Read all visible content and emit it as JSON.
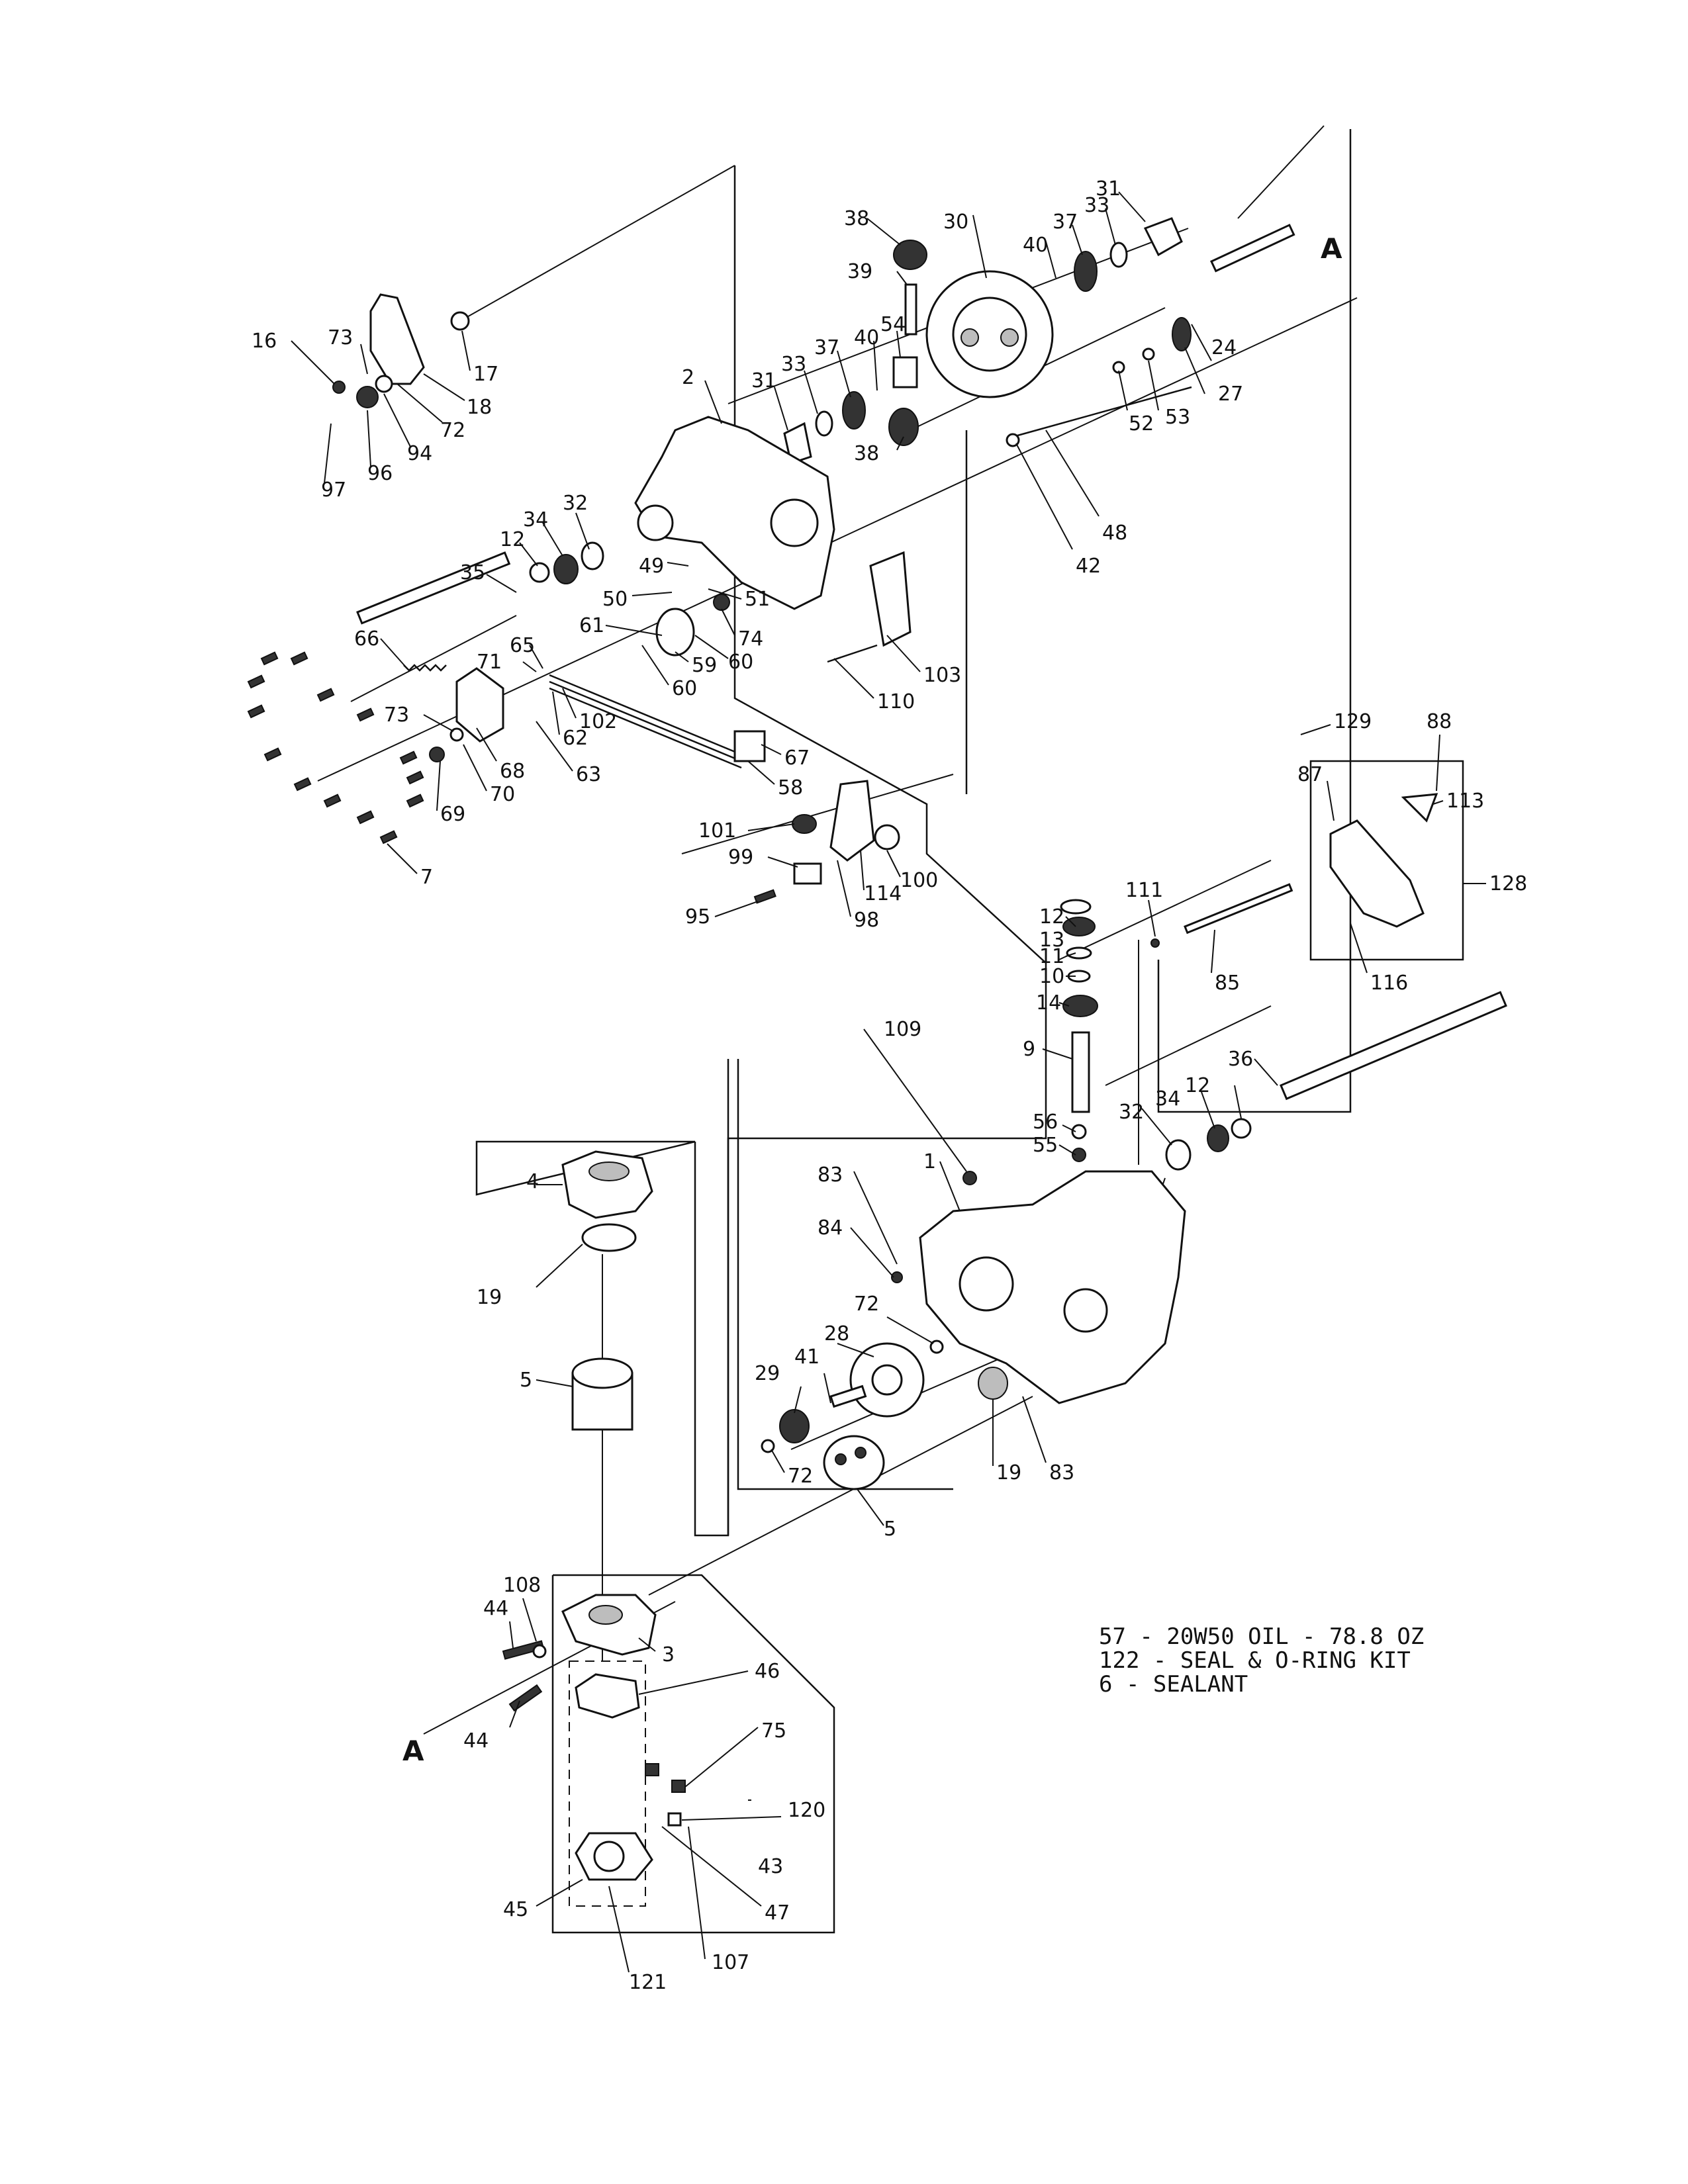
{
  "callouts": {
    "n16": "16",
    "n73": "73",
    "n17": "17",
    "n18": "18",
    "n72": "72",
    "n94": "94",
    "n96": "96",
    "n97": "97",
    "n2": "2",
    "n38a": "38",
    "n30": "30",
    "n37a": "37",
    "n33a": "33",
    "n31a": "31",
    "n40a": "40",
    "n39": "39",
    "n54": "54",
    "n40b": "40",
    "n37b": "37",
    "n33b": "33",
    "n31b": "31",
    "n38b": "38",
    "n24": "24",
    "n27": "27",
    "n52": "52",
    "n53": "53",
    "n48": "48",
    "n42": "42",
    "n32a": "32",
    "n34a": "34",
    "n12a": "12",
    "n35": "35",
    "n49": "49",
    "n50": "50",
    "n51": "51",
    "n74": "74",
    "n61": "61",
    "n59": "59",
    "n60a": "60",
    "n60b": "60",
    "n103": "103",
    "n110": "110",
    "n66": "66",
    "n65": "65",
    "n71": "71",
    "n102": "102",
    "n62": "62",
    "n73b": "73",
    "n68": "68",
    "n63": "63",
    "n70": "70",
    "n69": "69",
    "n7": "7",
    "n67": "67",
    "n58": "58",
    "n101": "101",
    "n99": "99",
    "n95": "95",
    "n98": "98",
    "n114": "114",
    "n100": "100",
    "n129": "129",
    "n88": "88",
    "n87": "87",
    "n113": "113",
    "n128": "128",
    "n12b": "12",
    "n13": "13",
    "n111": "111",
    "n11": "11",
    "n10": "10",
    "n14": "14",
    "n85": "85",
    "n116": "116",
    "n109": "109",
    "n9": "9",
    "n36": "36",
    "n12c": "12",
    "n34b": "34",
    "n32b": "32",
    "n56": "56",
    "n55": "55",
    "n4": "4",
    "n1": "1",
    "n83a": "83",
    "n84": "84",
    "n19a": "19",
    "n72b": "72",
    "n28": "28",
    "n41": "41",
    "n29": "29",
    "n5a": "5",
    "n72c": "72",
    "n19b": "19",
    "n83b": "83",
    "n5b": "5",
    "n108": "108",
    "n44a": "44",
    "n3": "3",
    "n46": "46",
    "n44b": "44",
    "n75": "75",
    "n120": "120",
    "n43": "43",
    "n45": "45",
    "n47": "47",
    "n121": "121",
    "n107": "107"
  },
  "axis_markers": {
    "top": "A",
    "bottom": "A"
  },
  "notes": [
    "57 - 20W50 OIL - 78.8 OZ",
    "122 - SEAL & O-RING KIT",
    "6 - SEALANT"
  ]
}
